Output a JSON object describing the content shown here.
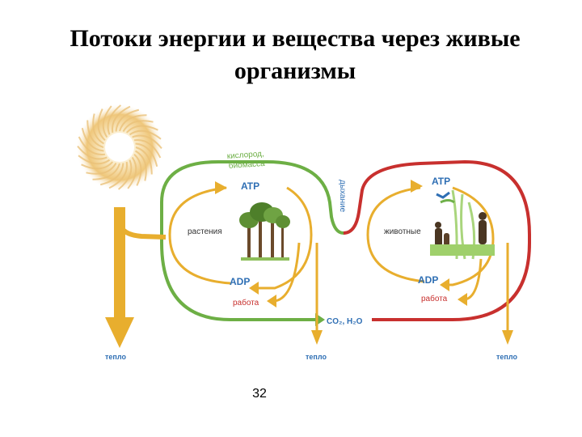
{
  "title": {
    "line1": "Потоки энергии и вещества через живые",
    "line2": "организмы"
  },
  "diagram": {
    "left_cycle": {
      "top_label_line1": "кислород,",
      "top_label_line2": "биомасса",
      "atp": "ATP",
      "organism": "растения",
      "adp": "ADP",
      "work": "работа"
    },
    "right_cycle": {
      "atp": "ATP",
      "organism": "животные",
      "adp": "ADP",
      "work": "работа"
    },
    "respiration": "дыхание",
    "co2_h2o": "CO₂, H₂O",
    "heat_left": "тепло",
    "heat_middle": "тепло",
    "heat_right": "тепло"
  },
  "page_number": "32",
  "colors": {
    "energy": "#E8AE2E",
    "matter_green": "#6DAF45",
    "matter_red": "#C8302E",
    "label_blue": "#2F6FB4",
    "label_red": "#C8302E"
  }
}
